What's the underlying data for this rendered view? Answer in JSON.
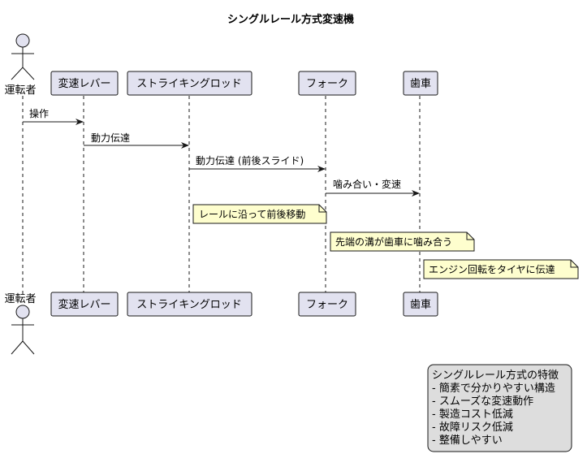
{
  "title": "シングルレール方式変速機",
  "participants": {
    "driver": "運転者",
    "lever": "変速レバー",
    "rod": "ストライキングロッド",
    "fork": "フォーク",
    "gear": "歯車"
  },
  "messages": [
    {
      "from": "driver",
      "to": "lever",
      "label": "操作"
    },
    {
      "from": "lever",
      "to": "rod",
      "label": "動力伝達"
    },
    {
      "from": "rod",
      "to": "fork",
      "label": "動力伝達 (前後スライド)"
    },
    {
      "from": "fork",
      "to": "gear",
      "label": "噛み合い・変速"
    }
  ],
  "notes": [
    {
      "over": "rod",
      "text": "レールに沿って前後移動"
    },
    {
      "over": "fork",
      "text": "先端の溝が歯車に噛み合う"
    },
    {
      "over": "gear",
      "text": "エンジン回転をタイヤに伝達"
    }
  ],
  "legend": {
    "heading": "シングルレール方式の特徴",
    "items": [
      "- 簡素で分かりやすい構造",
      "- スムーズな変速動作",
      "- 製造コスト低減",
      "- 故障リスク低減",
      "- 整備しやすい"
    ]
  },
  "colors": {
    "participant_fill": "#e2e2f0",
    "participant_stroke": "#181818",
    "note_fill": "#fefece",
    "legend_fill": "#dddddd",
    "lifeline": "#181818"
  }
}
